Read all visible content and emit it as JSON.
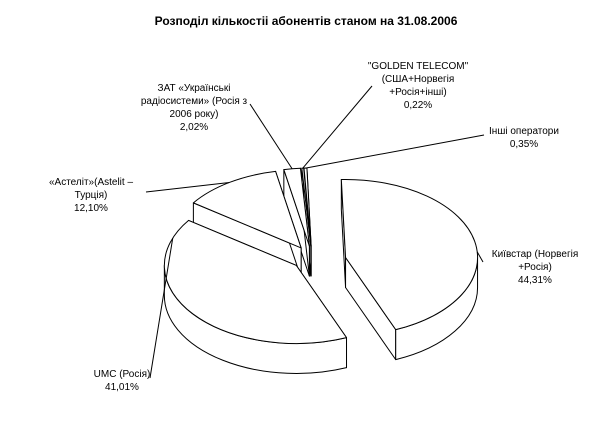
{
  "chart_data": {
    "type": "pie",
    "title": "Розподіл кількостіі абонентів станом на 31.08.2006",
    "slices": [
      {
        "label_lines": [
          "Київстар (Норвегія",
          "+Росія)",
          "44,31%"
        ],
        "value": 44.31
      },
      {
        "label_lines": [
          "UMC (Росія)",
          "41,01%"
        ],
        "value": 41.01
      },
      {
        "label_lines": [
          "«Астеліт»(Astelit –",
          "Турція)",
          "12,10%"
        ],
        "value": 12.1
      },
      {
        "label_lines": [
          "ЗАТ «Українські",
          "радіосистеми» (Росія з",
          "2006 року)",
          "2,02%"
        ],
        "value": 2.02
      },
      {
        "label_lines": [
          "\"GOLDEN TELECOM\"",
          "(США+Норвегія",
          "+Росія+інші)",
          "0,22%"
        ],
        "value": 0.22
      },
      {
        "label_lines": [
          "Інші оператори",
          "0,35%"
        ],
        "value": 0.35
      }
    ],
    "legend": "none",
    "colors": {
      "face": "#ffffff",
      "edge": "#000000"
    }
  }
}
